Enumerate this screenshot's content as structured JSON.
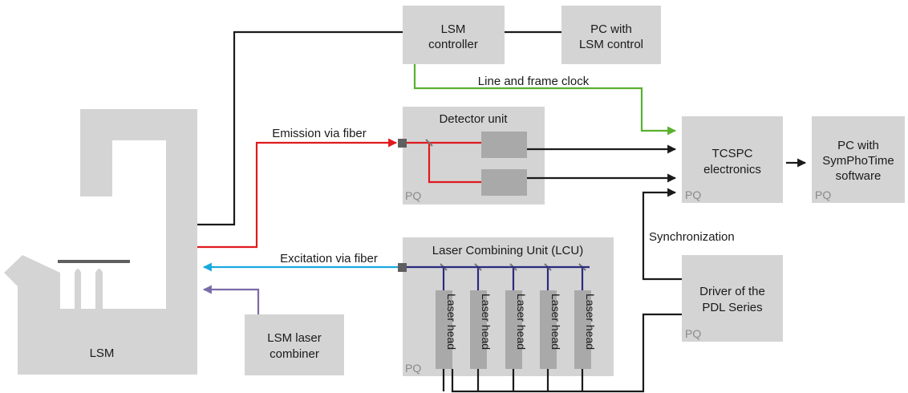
{
  "boxes": {
    "lsm_controller": [
      "LSM",
      "controller"
    ],
    "pc_lsm_control": [
      "PC with",
      "LSM control"
    ],
    "detector_unit": "Detector unit",
    "tcspc": [
      "TCSPC",
      "electronics"
    ],
    "pc_symphotime": [
      "PC with",
      "SymPhoTime",
      "software"
    ],
    "lcu": "Laser Combining Unit (LCU)",
    "pdl_driver": [
      "Driver of the",
      "PDL Series"
    ],
    "lsm_laser_combiner": [
      "LSM laser",
      "combiner"
    ],
    "lsm": "LSM",
    "pq_badge": "PQ",
    "laser_head": "Laser head"
  },
  "connections": {
    "line_frame_clock": "Line and frame clock",
    "emission": "Emission via fiber",
    "excitation": "Excitation via fiber",
    "synchronization": "Synchronization"
  },
  "colors": {
    "box_fill": "#d4d4d4",
    "inner_fill": "#a9a9a9",
    "emission_red": "#e0191f",
    "clock_green": "#5ab030",
    "excitation_blue": "#1aa8e0",
    "combiner_purple": "#7a6aa8",
    "laser_navy": "#2a2a80"
  }
}
